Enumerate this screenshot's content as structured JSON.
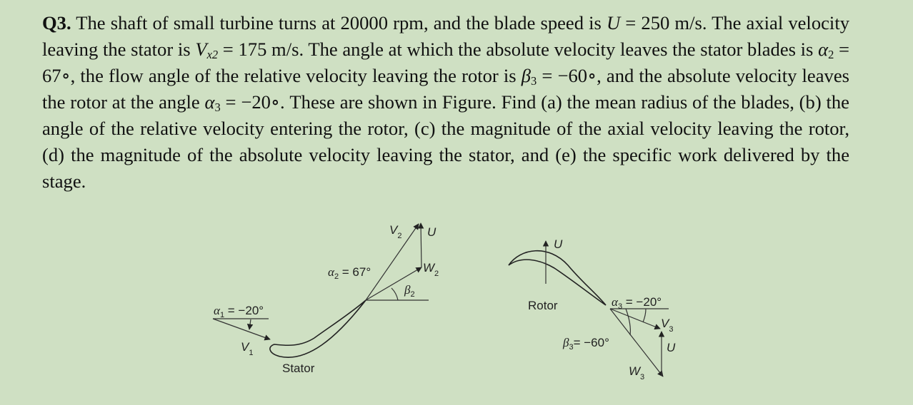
{
  "problem": {
    "label": "Q3.",
    "p1": " The shaft of small turbine turns at 20000 rpm, and the blade speed is ",
    "u_sym": "U",
    "p2": " = 250 m/s. The axial velocity leaving the stator is ",
    "vx_sym": "V",
    "vx_sub": "x2",
    "p3": " = 175 m/s. The angle at which the absolute velocity leaves the stator blades is ",
    "a2_sym": "α",
    "a2_sub": "2",
    "p4": " = 67∘, the flow angle of the relative velocity leaving the rotor is ",
    "b3_sym": "β",
    "b3_sub": "3",
    "p5": " = −60∘, and the absolute velocity leaves the rotor at the angle ",
    "a3_sym": "α",
    "a3_sub": "3",
    "p6": " = −20∘. These are shown in Figure. Find (a) the mean radius of the blades, (b) the angle of the relative velocity entering the rotor, (c) the magnitude of the axial velocity leaving the rotor, (d) the magnitude of the absolute velocity leaving the stator, and (e) the specific work delivered by the stage."
  },
  "figure": {
    "stator_label": "Stator",
    "rotor_label": "Rotor",
    "alpha1": {
      "sym": "α",
      "sub": "1",
      "value": " = −20°"
    },
    "v1": {
      "sym": "V",
      "sub": "1"
    },
    "alpha2": {
      "sym": "α",
      "sub": "2",
      "value": " = 67°"
    },
    "v2": {
      "sym": "V",
      "sub": "2"
    },
    "u_stator": "U",
    "w2": {
      "sym": "W",
      "sub": "2"
    },
    "beta2": {
      "sym": "β",
      "sub": "2"
    },
    "u_rotor": "U",
    "alpha3": {
      "sym": "α",
      "sub": "3",
      "value": " = −20°"
    },
    "v3": {
      "sym": "V",
      "sub": "3"
    },
    "u_rotor_triangle": "U",
    "beta3": {
      "sym": "β",
      "sub": "3",
      "value": "= −60°"
    },
    "w3": {
      "sym": "W",
      "sub": "3"
    }
  }
}
